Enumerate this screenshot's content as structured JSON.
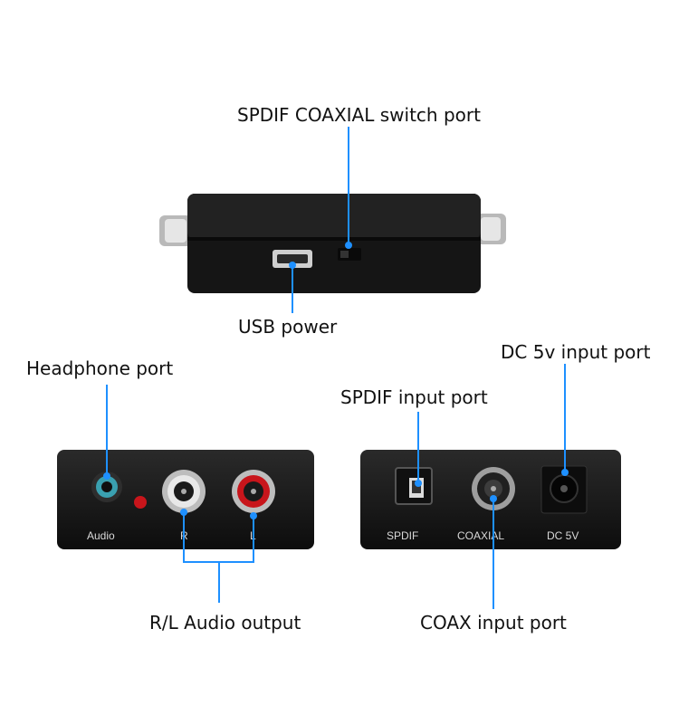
{
  "callouts": {
    "spdif_coaxial_switch_port": "SPDIF COAXIAL switch port",
    "usb_power": "USB power",
    "headphone_port": "Headphone port",
    "rl_audio_output": "R/L Audio output",
    "spdif_input_port": "SPDIF input port",
    "dc_5v_input_port": "DC 5v input port",
    "coax_input_port": "COAX input port"
  },
  "device_markings": {
    "audio": "Audio",
    "r": "R",
    "l": "L",
    "spdif": "SPDIF",
    "coaxial": "COAXIAL",
    "dc_5v": "DC 5V"
  },
  "colors": {
    "callout_line": "#1e90ff",
    "device_body": "#141414",
    "rca_red": "#c8151b",
    "rca_white": "#e8e8e8",
    "headphone_teal": "#3aa0b0"
  }
}
